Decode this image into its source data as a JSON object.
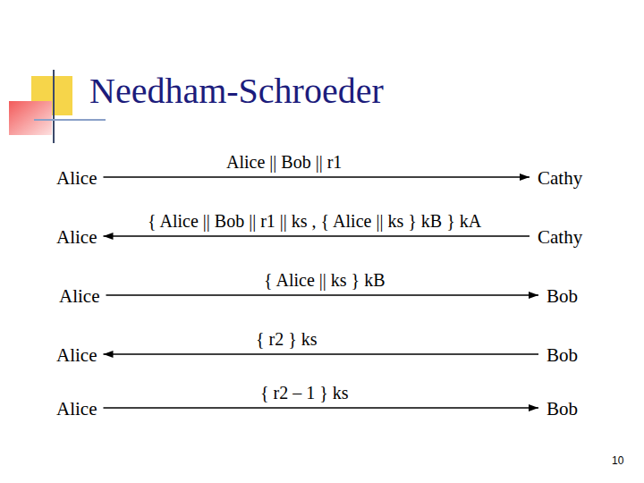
{
  "diagram": {
    "title": "Needham-Schroeder",
    "nodes": [
      {
        "text": [
          "Alice"
        ]
      },
      {
        "text": [
          "Cathy"
        ]
      },
      {
        "text": [
          "Alice"
        ]
      },
      {
        "text": [
          "Cathy"
        ]
      },
      {
        "text": [
          "Alice"
        ]
      },
      {
        "text": [
          "Bob"
        ]
      },
      {
        "text": [
          "Alice"
        ]
      },
      {
        "text": [
          "Bob"
        ]
      },
      {
        "text": [
          "Alice"
        ]
      },
      {
        "text": [
          "Bob"
        ]
      }
    ],
    "edges": [
      {
        "from": 0,
        "to": 1,
        "arrow": "to",
        "label": "Alice || Bob || r1"
      },
      {
        "from": 3,
        "to": 2,
        "arrow": "to",
        "label": "{ Alice || Bob || r1 || ks , { Alice || ks } kB } kA"
      },
      {
        "from": 4,
        "to": 5,
        "arrow": "to",
        "label": "{ Alice || ks } kB"
      },
      {
        "from": 7,
        "to": 6,
        "arrow": "to",
        "label": "{ r2 } ks"
      },
      {
        "from": 8,
        "to": 9,
        "arrow": "to",
        "label": "{ r2 – 1 } ks"
      }
    ],
    "labels": [
      "10"
    ]
  }
}
